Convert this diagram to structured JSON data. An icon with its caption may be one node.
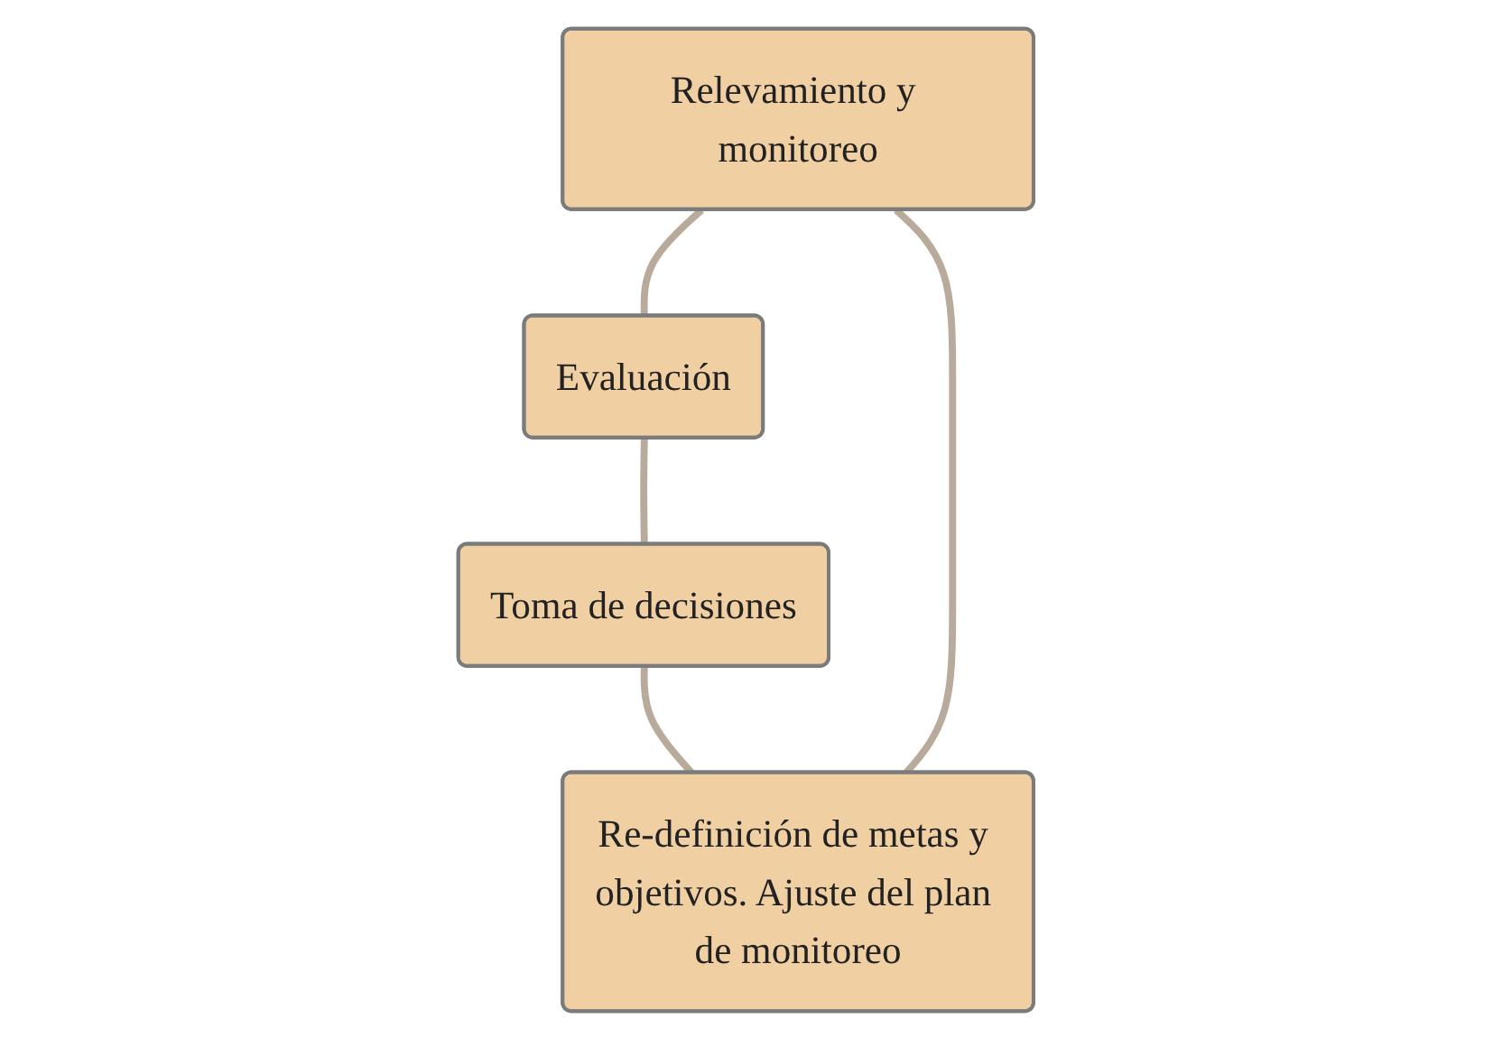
{
  "diagram": {
    "nodes": [
      {
        "text": [
          "Relevamiento y monitoreo"
        ]
      },
      {
        "text": [
          "Evaluación"
        ]
      },
      {
        "text": [
          "Toma de decisiones"
        ]
      },
      {
        "text": [
          "Re-definición de metas y objetivos. Ajuste del plan de monitoreo"
        ]
      }
    ],
    "edges": [
      {
        "from": 0,
        "to": 1,
        "arrow": "none"
      },
      {
        "from": 1,
        "to": 2,
        "arrow": "none"
      },
      {
        "from": 2,
        "to": 3,
        "arrow": "none"
      },
      {
        "from": 3,
        "to": 0,
        "arrow": "none"
      }
    ]
  }
}
